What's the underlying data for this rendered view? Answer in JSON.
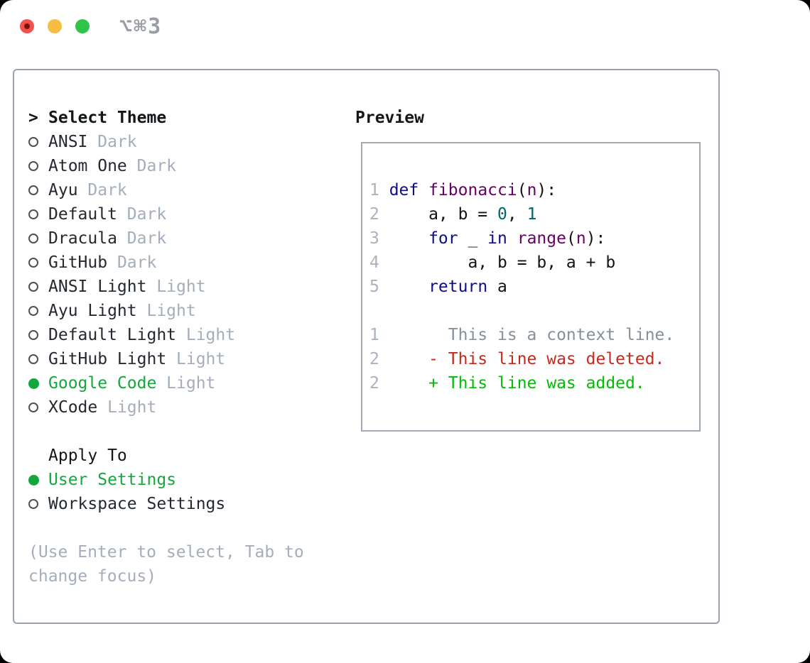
{
  "titlebar": {
    "shortcut_label": "⌥⌘3"
  },
  "panel": {
    "select_theme": {
      "focus_marker": ">",
      "header": "Select Theme",
      "items": [
        {
          "name": "ANSI",
          "variant": "Dark",
          "selected": false
        },
        {
          "name": "Atom One",
          "variant": "Dark",
          "selected": false
        },
        {
          "name": "Ayu",
          "variant": "Dark",
          "selected": false
        },
        {
          "name": "Default",
          "variant": "Dark",
          "selected": false
        },
        {
          "name": "Dracula",
          "variant": "Dark",
          "selected": false
        },
        {
          "name": "GitHub",
          "variant": "Dark",
          "selected": false
        },
        {
          "name": "ANSI Light",
          "variant": "Light",
          "selected": false
        },
        {
          "name": "Ayu Light",
          "variant": "Light",
          "selected": false
        },
        {
          "name": "Default Light",
          "variant": "Light",
          "selected": false
        },
        {
          "name": "GitHub Light",
          "variant": "Light",
          "selected": false
        },
        {
          "name": "Google Code",
          "variant": "Light",
          "selected": true
        },
        {
          "name": "XCode",
          "variant": "Light",
          "selected": false
        }
      ]
    },
    "apply_to": {
      "header": "Apply To",
      "options": [
        {
          "label": "User Settings",
          "selected": true
        },
        {
          "label": "Workspace Settings",
          "selected": false
        }
      ]
    },
    "hint_lines": [
      "(Use Enter to select, Tab to",
      "change focus)"
    ]
  },
  "preview": {
    "header": "Preview",
    "lines": [
      {
        "num": "1",
        "kind": "code",
        "tokens": [
          {
            "t": "def ",
            "c": "kwd"
          },
          {
            "t": "fibonacci",
            "c": "typ"
          },
          {
            "t": "(",
            "c": "pln"
          },
          {
            "t": "n",
            "c": "typ"
          },
          {
            "t": "):",
            "c": "pln"
          }
        ]
      },
      {
        "num": "2",
        "kind": "code",
        "tokens": [
          {
            "t": "    a, b = ",
            "c": "pln"
          },
          {
            "t": "0",
            "c": "lit"
          },
          {
            "t": ", ",
            "c": "pln"
          },
          {
            "t": "1",
            "c": "lit"
          }
        ]
      },
      {
        "num": "3",
        "kind": "code",
        "tokens": [
          {
            "t": "    ",
            "c": "pln"
          },
          {
            "t": "for",
            "c": "kwd"
          },
          {
            "t": " _ ",
            "c": "pln"
          },
          {
            "t": "in",
            "c": "kwd"
          },
          {
            "t": " ",
            "c": "pln"
          },
          {
            "t": "range",
            "c": "typ"
          },
          {
            "t": "(",
            "c": "pln"
          },
          {
            "t": "n",
            "c": "typ"
          },
          {
            "t": "):",
            "c": "pln"
          }
        ]
      },
      {
        "num": "4",
        "kind": "code",
        "tokens": [
          {
            "t": "        a, b = b, a + b",
            "c": "pln"
          }
        ]
      },
      {
        "num": "5",
        "kind": "code",
        "tokens": [
          {
            "t": "    ",
            "c": "pln"
          },
          {
            "t": "return",
            "c": "kwd"
          },
          {
            "t": " a",
            "c": "pln"
          }
        ]
      },
      {
        "num": "",
        "kind": "blank",
        "tokens": []
      },
      {
        "num": "1",
        "kind": "diff-context",
        "tokens": [
          {
            "t": "      This is a context line.",
            "c": "ctx"
          }
        ]
      },
      {
        "num": "2",
        "kind": "diff-deleted",
        "tokens": [
          {
            "t": "    - This line was deleted.",
            "c": "del"
          }
        ]
      },
      {
        "num": "2",
        "kind": "diff-added",
        "tokens": [
          {
            "t": "    + This line was added.",
            "c": "add"
          }
        ]
      }
    ]
  },
  "colors": {
    "accent_green": "#14a73c",
    "diff_added": "#00bd04",
    "diff_deleted": "#c8281c",
    "diff_context": "#878f98",
    "syntax_keyword": "#0d0d8c",
    "syntax_type": "#660066",
    "syntax_literal": "#006666",
    "muted_gray": "#a4aebb",
    "panel_border": "#98a1ac",
    "traffic_red": "#f4504c",
    "traffic_yellow": "#f7bd40",
    "traffic_green": "#2fc548"
  }
}
